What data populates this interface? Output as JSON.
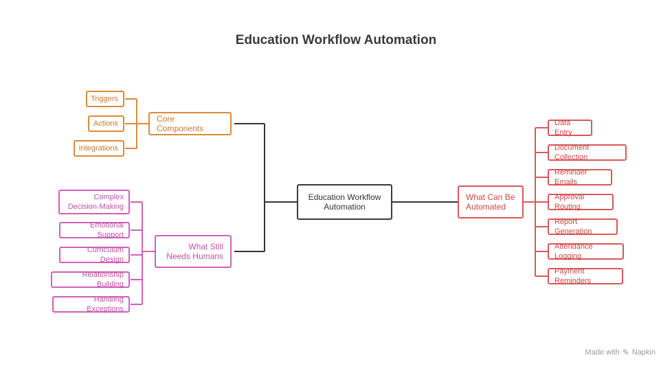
{
  "title": "Education Workflow Automation",
  "center": {
    "label": "Education Workflow Automation"
  },
  "branches": {
    "core_components": {
      "label": "Core Components",
      "color": "#d98b3a",
      "items": [
        "Triggers",
        "Actions",
        "Integrations"
      ]
    },
    "still_needs_humans": {
      "label": "What Still Needs Humans",
      "color": "#d060b8",
      "items": [
        "Complex Decision-Making",
        "Emotional Support",
        "Curriculum Design",
        "Relationship Building",
        "Handling Exceptions"
      ]
    },
    "can_be_automated": {
      "label": "What Can Be Automated",
      "color": "#d95858",
      "items": [
        "Data Entry",
        "Document Collection",
        "Reminder Emails",
        "Approval Routing",
        "Report Generation",
        "Attendance Logging",
        "Payment Reminders"
      ]
    }
  },
  "watermark": {
    "text": "Made with",
    "brand": "Napkin",
    "icon": "napkin-logo-icon"
  }
}
